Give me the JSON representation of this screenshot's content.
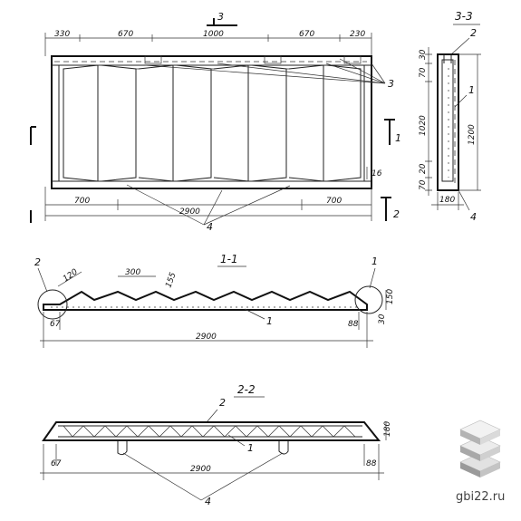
{
  "plan": {
    "section_mark": "3",
    "dims_top": [
      "330",
      "670",
      "1000",
      "670",
      "230"
    ],
    "dims_bottom": [
      "700",
      "2900",
      "700"
    ],
    "right_dim": "16",
    "mark_1": "1",
    "mark_2": "2",
    "callout_3": "3",
    "callout_4": "4"
  },
  "section_3_3": {
    "title": "3-3",
    "callout_2": "2",
    "callout_1": "1",
    "callout_4": "4",
    "dims_left": [
      "30",
      "70",
      "1020",
      "20",
      "70"
    ],
    "dim_height": "1200",
    "dim_width": "180"
  },
  "section_1_1": {
    "title": "1-1",
    "callout_2": "2",
    "callout_1_left": "1",
    "callout_1": "1",
    "dims": [
      "120",
      "300",
      "155",
      "150",
      "30",
      "67",
      "88",
      "2900"
    ]
  },
  "section_2_2": {
    "title": "2-2",
    "callout_2": "2",
    "callout_1": "1",
    "callout_4": "4",
    "dims": [
      "180",
      "67",
      "88",
      "2900"
    ]
  },
  "watermark": {
    "text": "gbi22.ru"
  }
}
